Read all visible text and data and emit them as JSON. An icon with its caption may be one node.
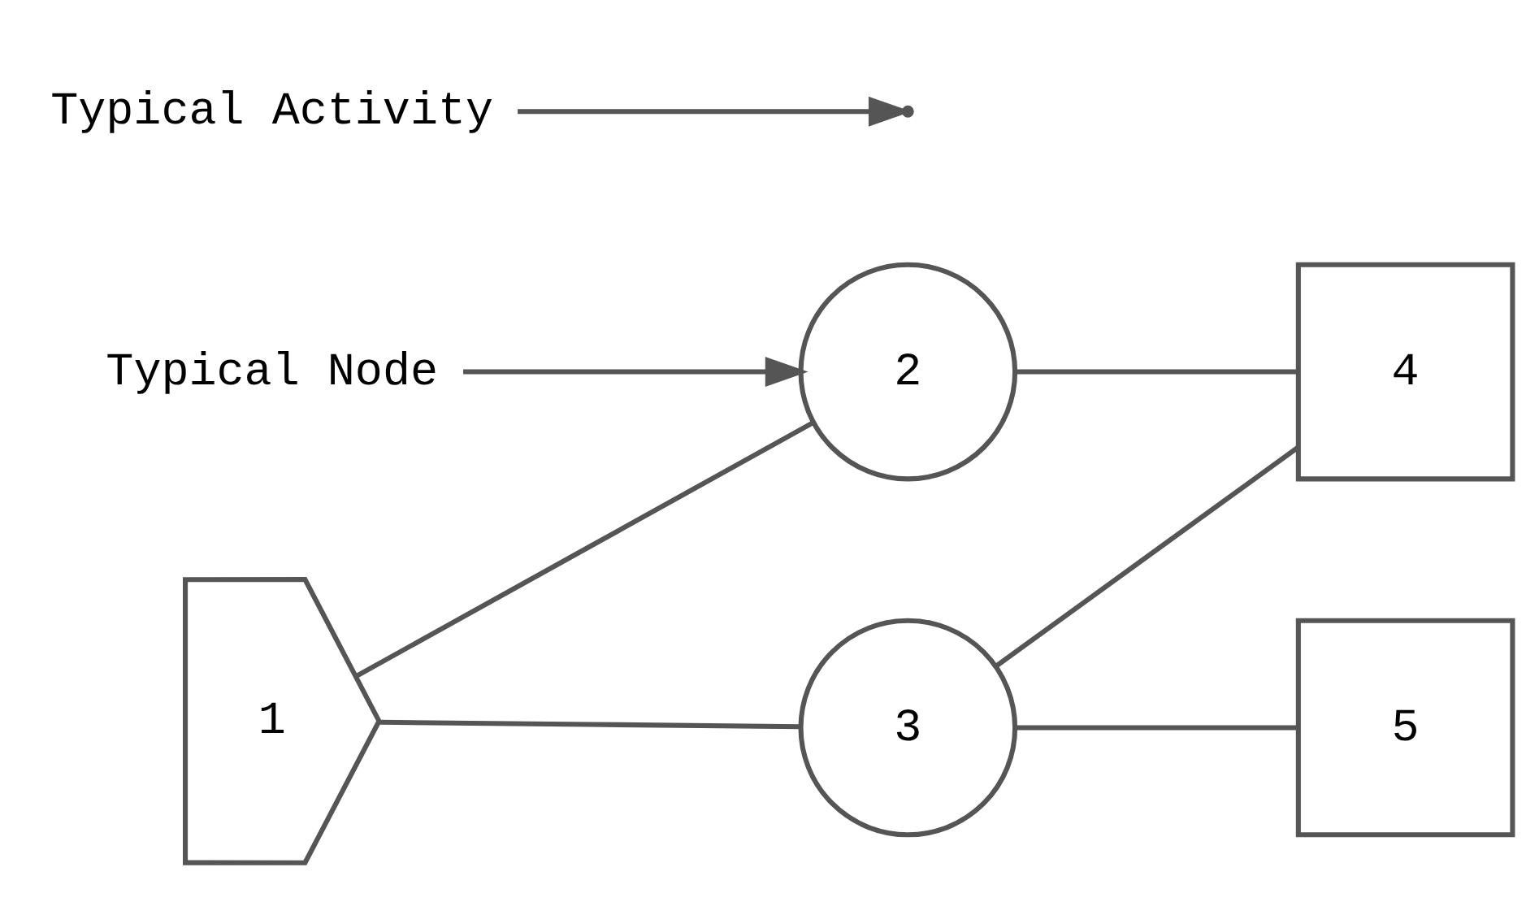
{
  "diagram": {
    "nodes": [
      {
        "text": [
          "Typical Node"
        ]
      },
      {
        "text": [
          "Typical Activity"
        ]
      },
      {
        "text": [
          "1"
        ]
      },
      {
        "text": [
          "2"
        ]
      },
      {
        "text": [
          "3"
        ]
      },
      {
        "text": [
          "4"
        ]
      },
      {
        "text": [
          "5"
        ]
      }
    ],
    "edges": [
      {
        "from": 0,
        "to": 3,
        "arrow": "to"
      },
      {
        "from": 1,
        "to": null,
        "arrow": "to"
      },
      {
        "from": 2,
        "to": 3,
        "arrow": "none"
      },
      {
        "from": 2,
        "to": 4,
        "arrow": "none"
      },
      {
        "from": 3,
        "to": 5,
        "arrow": "none"
      },
      {
        "from": 4,
        "to": 5,
        "arrow": "none"
      },
      {
        "from": 4,
        "to": 6,
        "arrow": "none"
      }
    ]
  }
}
